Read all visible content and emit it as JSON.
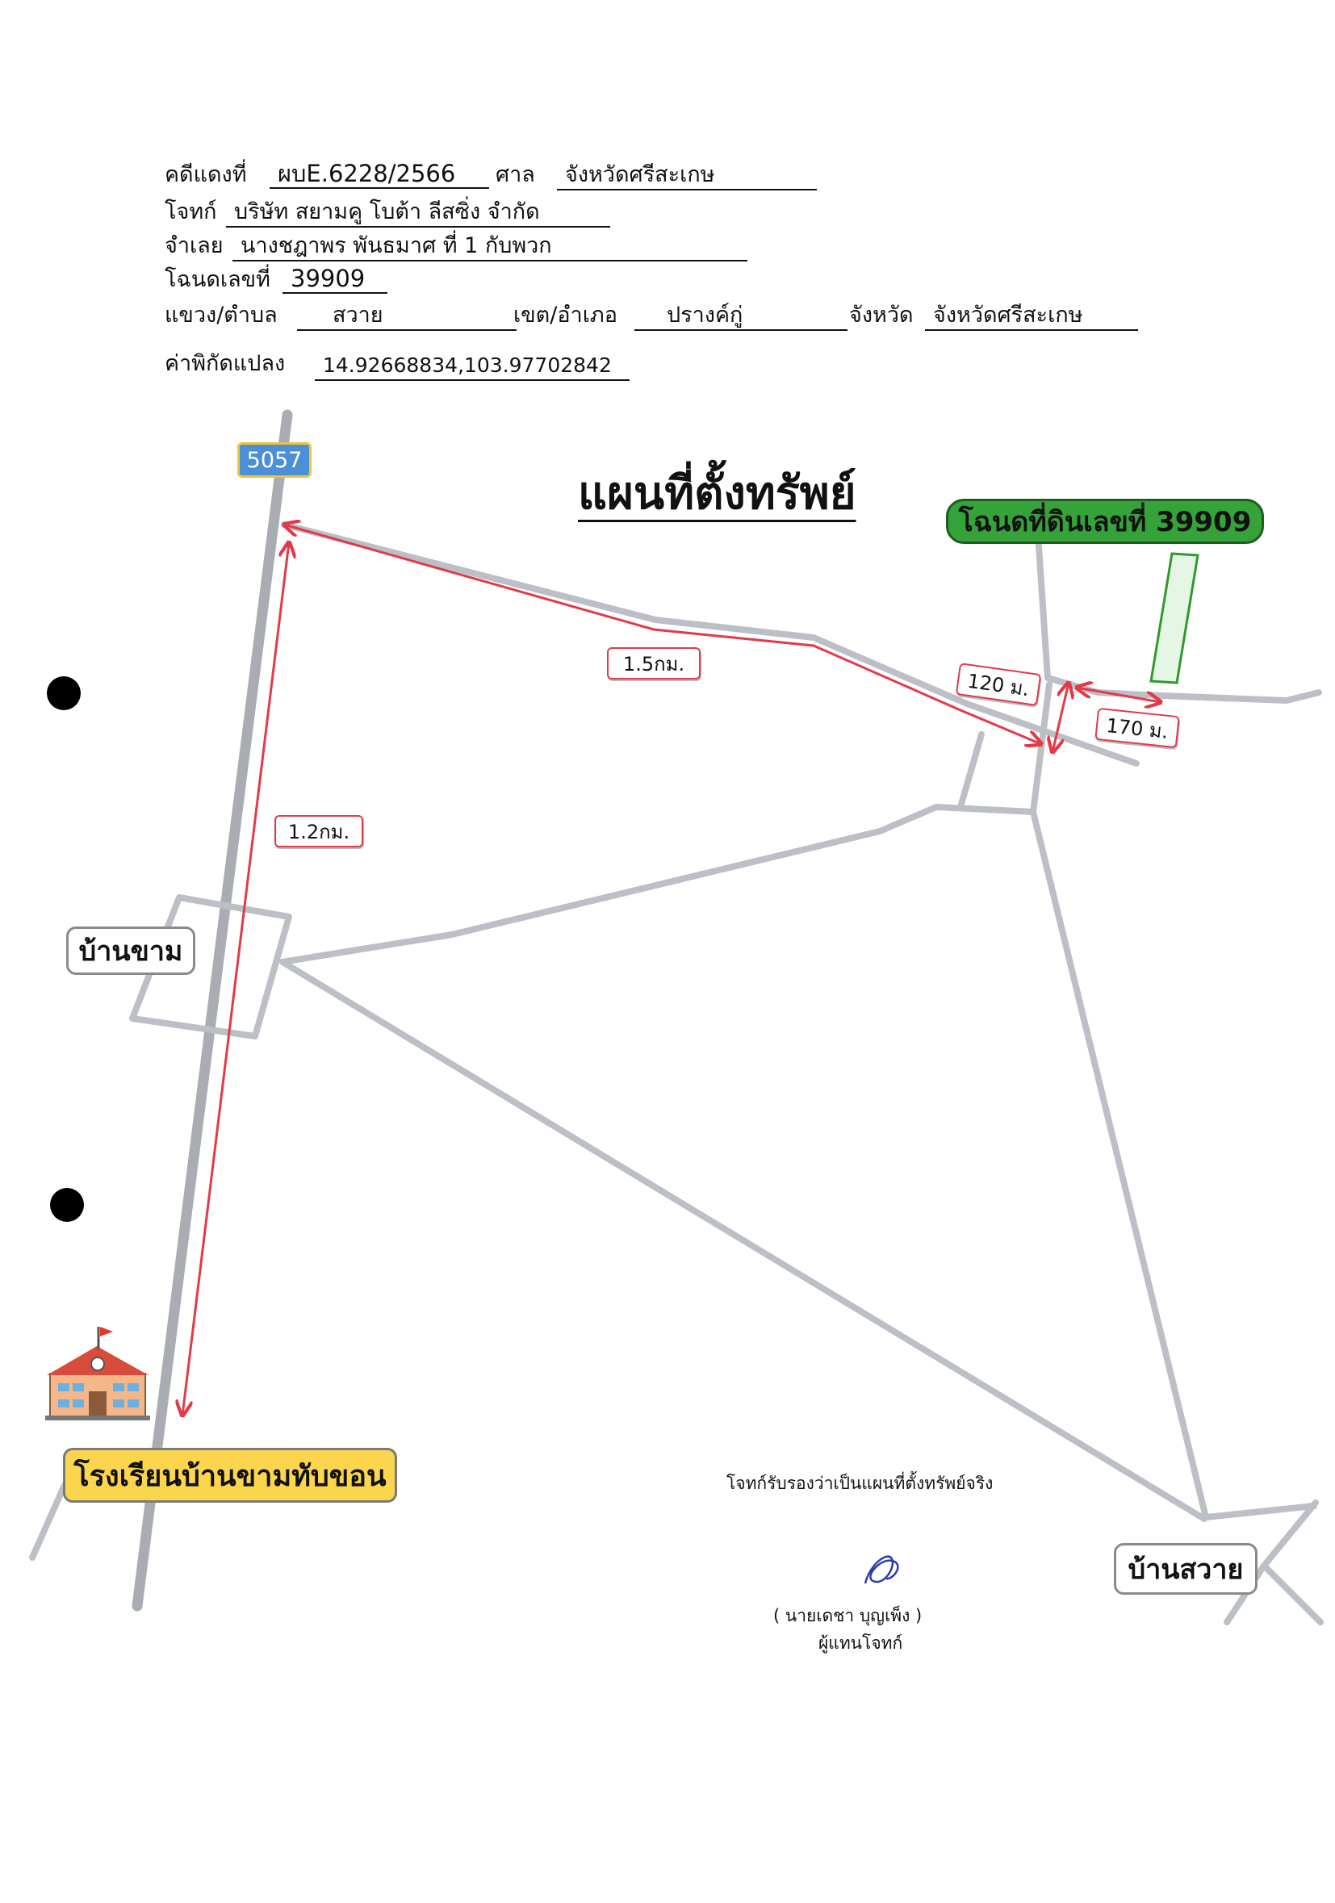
{
  "header": {
    "case_label": "คดีแดงที่",
    "case_value": "ผบE.6228/2566",
    "court_label": "ศาล",
    "court_value": "จังหวัดศรีสะเกษ",
    "plaintiff_label": "โจทก์",
    "plaintiff_value": "บริษัท สยามคู โบต้า ลีสซิ่ง จำกัด",
    "defendant_label": "จำเลย",
    "defendant_value": "นางชฎาพร พันธมาศ ที่ 1 กับพวก",
    "deed_label": "โฉนดเลขที่",
    "deed_value": "39909",
    "subdistrict_label": "แขวง/ตำบล",
    "subdistrict_value": "สวาย",
    "district_label": "เขต/อำเภอ",
    "district_value": "ปรางค์กู่",
    "province_label": "จังหวัด",
    "province_value": "จังหวัดศรีสะเกษ",
    "coord_label": "ค่าพิกัดแปลง",
    "coord_value": "14.92668834,103.97702842"
  },
  "map": {
    "title": "แผนที่ตั้งทรัพย์",
    "road_number": "5057",
    "deed_label": "โฉนดที่ดินเลขที่ 39909",
    "distances": {
      "d1": "1.5กม.",
      "d2": "1.2กม.",
      "d3": "120 ม.",
      "d4": "170 ม."
    },
    "villages": {
      "khaam": "บ้านขาม",
      "sawai": "บ้านสวาย"
    },
    "school_label": "โรงเรียนบ้านขามทับขอน",
    "road_color": "#bcc0c6",
    "route_color": "#e23a4a",
    "plot_color": "#2e9a2e"
  },
  "certification": {
    "statement": "โจทก์รับรองว่าเป็นแผนที่ตั้งทรัพย์จริง",
    "signer": "( นายเดชา บุญเพ็ง )",
    "role": "ผู้แทนโจทก์"
  }
}
